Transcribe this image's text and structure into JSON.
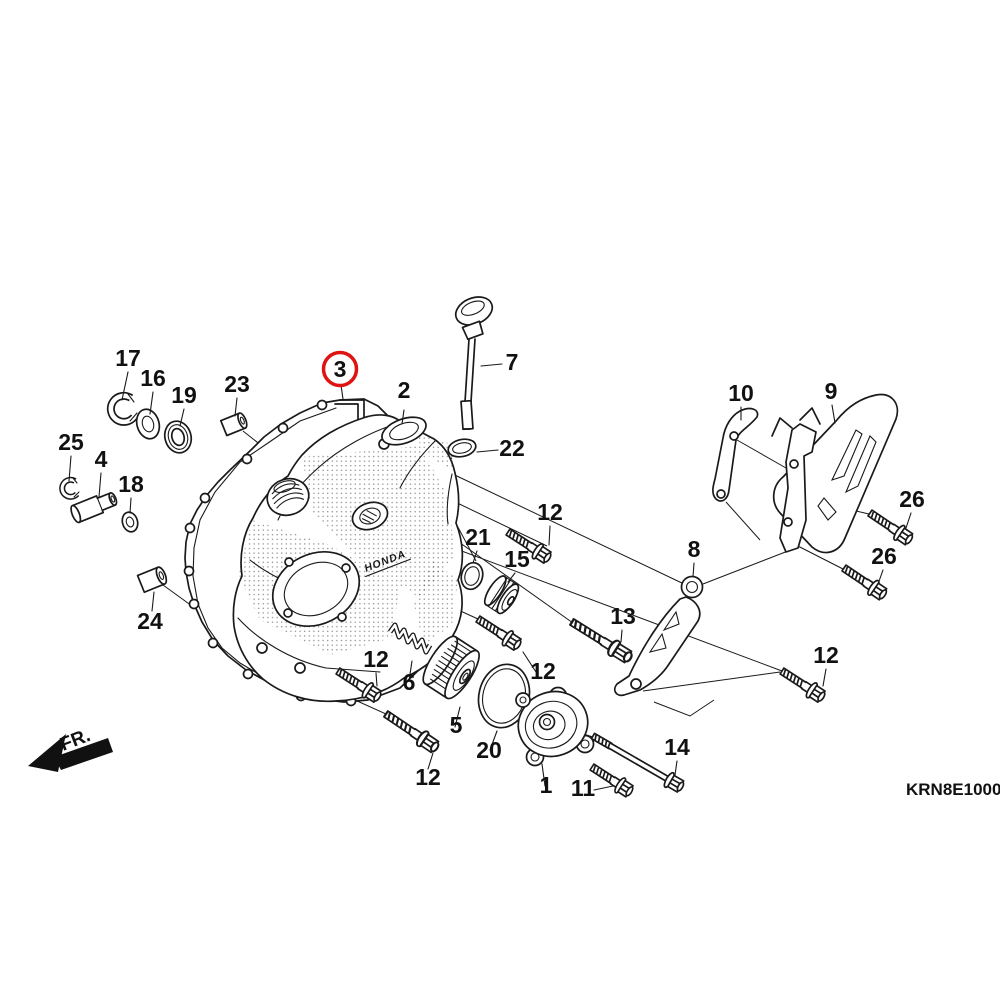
{
  "colors": {
    "line": "#1a1a1a",
    "highlight": "#e01313"
  },
  "footer": {
    "code": "KRN8E1000"
  },
  "direction": {
    "label": "FR."
  },
  "cover": {
    "logo": "HONDA"
  },
  "callouts": [
    {
      "text": "17"
    },
    {
      "text": "16"
    },
    {
      "text": "19"
    },
    {
      "text": "23"
    },
    {
      "text": "3"
    },
    {
      "text": "2"
    },
    {
      "text": "7"
    },
    {
      "text": "22"
    },
    {
      "text": "10"
    },
    {
      "text": "9"
    },
    {
      "text": "25"
    },
    {
      "text": "4"
    },
    {
      "text": "18"
    },
    {
      "text": "26"
    },
    {
      "text": "26"
    },
    {
      "text": "12"
    },
    {
      "text": "21"
    },
    {
      "text": "15"
    },
    {
      "text": "8"
    },
    {
      "text": "24"
    },
    {
      "text": "13"
    },
    {
      "text": "12"
    },
    {
      "text": "12"
    },
    {
      "text": "6"
    },
    {
      "text": "5"
    },
    {
      "text": "20"
    },
    {
      "text": "12"
    },
    {
      "text": "1"
    },
    {
      "text": "11"
    },
    {
      "text": "14"
    },
    {
      "text": "12"
    }
  ]
}
